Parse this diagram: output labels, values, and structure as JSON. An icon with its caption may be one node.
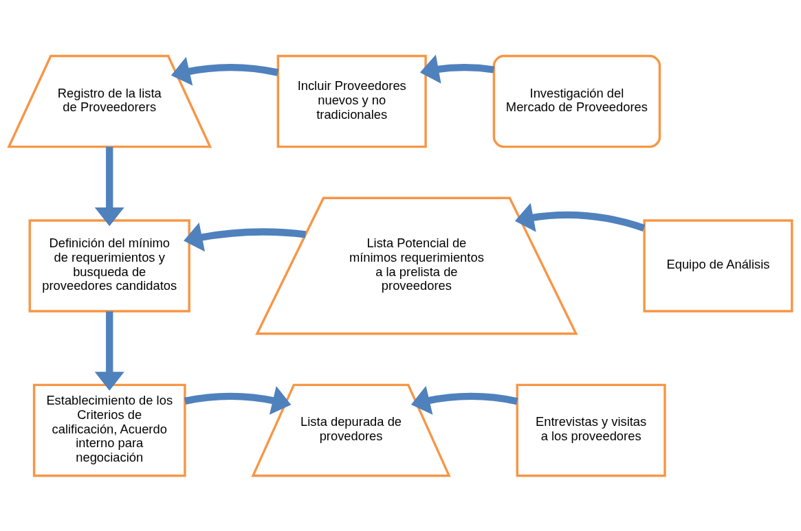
{
  "diagram": {
    "nodes": [
      {
        "text": [
          "Registro de la lista de Proveedorers"
        ]
      },
      {
        "text": [
          "Incluir Proveedores nuevos y no tradicionales"
        ]
      },
      {
        "text": [
          "Investigación del Mercado de Proveedores"
        ]
      },
      {
        "text": [
          "Definición del mínimo de requerimientos y busqueda de proveedores candidatos"
        ]
      },
      {
        "text": [
          "Lista Potencial de mínimos requerimientos a la prelista de proveedores"
        ]
      },
      {
        "text": [
          "Equipo de Análisis"
        ]
      },
      {
        "text": [
          "Establecimiento de los Criterios de calificación, Acuerdo interno para negociación"
        ]
      },
      {
        "text": [
          "Lista depurada de provedores"
        ]
      },
      {
        "text": [
          "Entrevistas y visitas a los proveedores"
        ]
      }
    ],
    "edges": [
      {
        "from": 2,
        "to": 1,
        "arrow": "to"
      },
      {
        "from": 1,
        "to": 0,
        "arrow": "to"
      },
      {
        "from": 0,
        "to": 3,
        "arrow": "to"
      },
      {
        "from": 5,
        "to": 4,
        "arrow": "to"
      },
      {
        "from": 4,
        "to": 3,
        "arrow": "to"
      },
      {
        "from": 3,
        "to": 6,
        "arrow": "to"
      },
      {
        "from": 6,
        "to": 7,
        "arrow": "to"
      },
      {
        "from": 8,
        "to": 7,
        "arrow": "to"
      }
    ]
  }
}
